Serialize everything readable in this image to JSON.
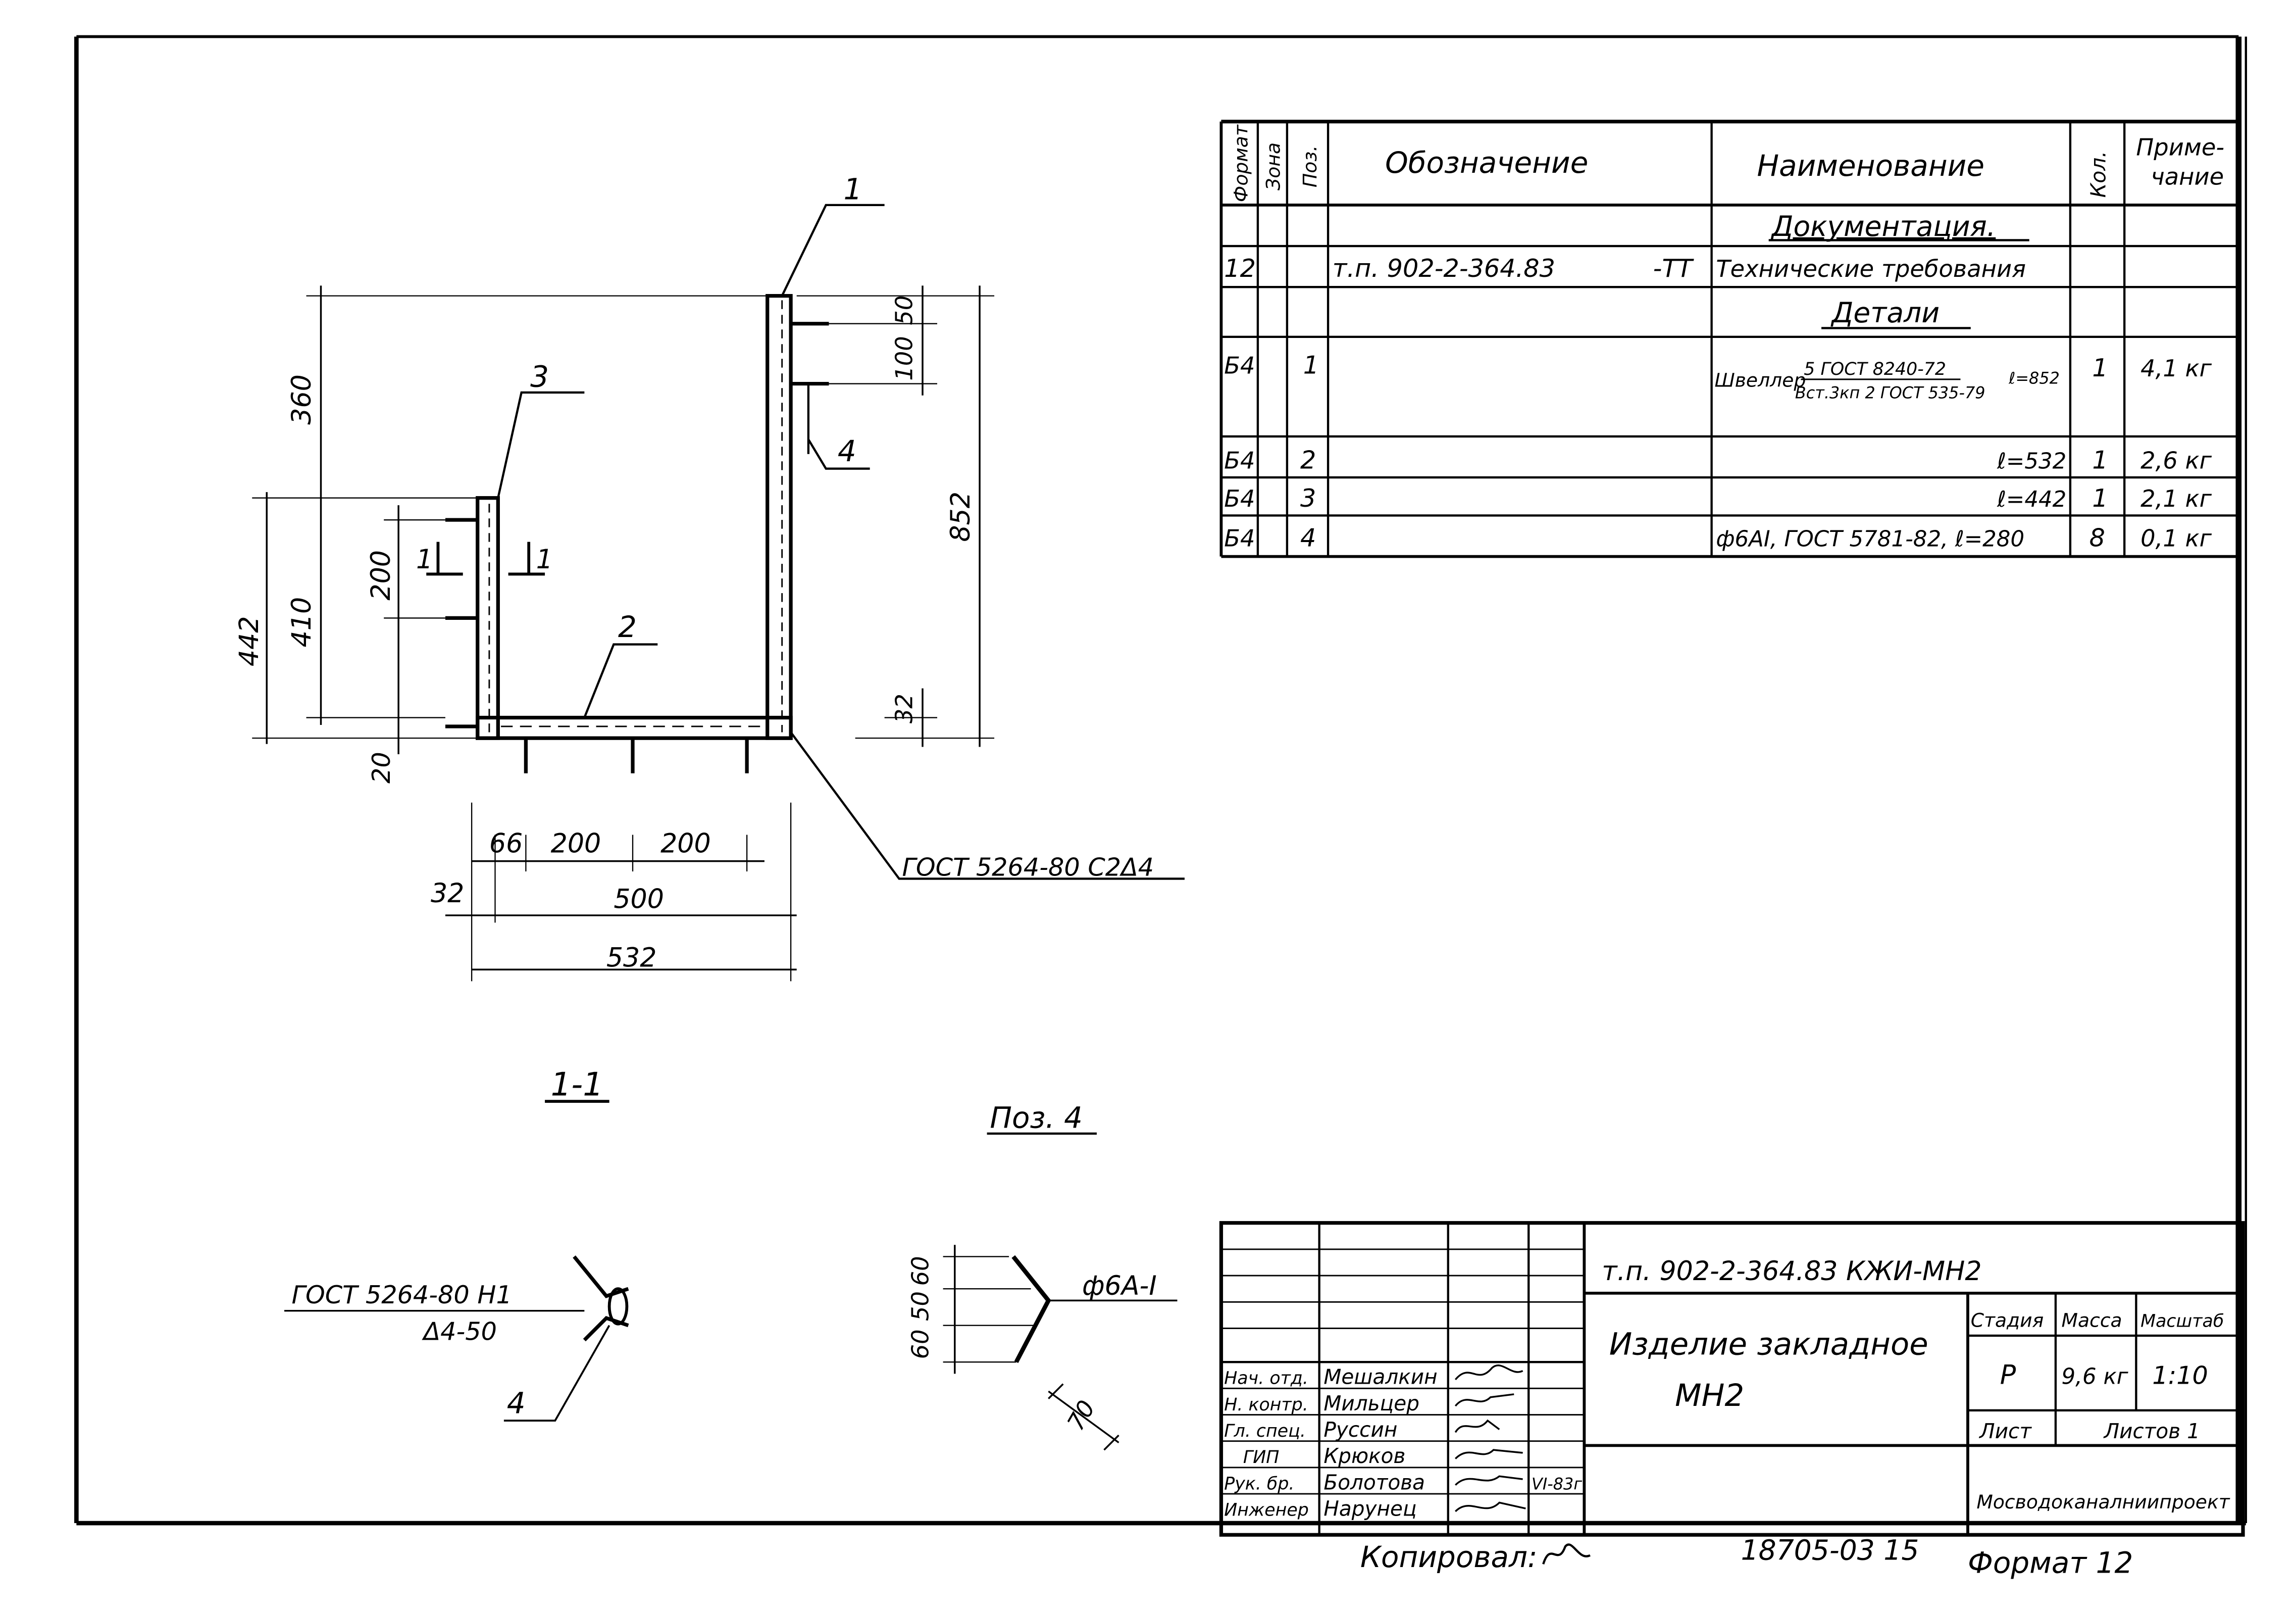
{
  "spec_table": {
    "headers": {
      "format": "Формат",
      "zone": "Зона",
      "pos": "Поз.",
      "designation": "Обозначение",
      "name": "Наименование",
      "qty": "Кол.",
      "note_line1": "Приме-",
      "note_line2": "чание"
    },
    "section_documentation": "Документация.",
    "doc_row": {
      "format": "12",
      "designation": "т.п. 902-2-364.83",
      "designation_suffix": "-ТТ",
      "name": "Технические требования"
    },
    "section_details": "Детали",
    "rows": [
      {
        "format": "Б4",
        "pos": "1",
        "name_prefix": "Швеллер",
        "name_top": "5 ГОСТ 8240-72",
        "name_bottom": "Вст.3кп 2 ГОСТ 535-79",
        "length": "ℓ=852",
        "qty": "1",
        "note": "4,1 кг"
      },
      {
        "format": "Б4",
        "pos": "2",
        "name": "ℓ=532",
        "qty": "1",
        "note": "2,6 кг"
      },
      {
        "format": "Б4",
        "pos": "3",
        "name": "ℓ=442",
        "qty": "1",
        "note": "2,1 кг"
      },
      {
        "format": "Б4",
        "pos": "4",
        "name": "ф6АI, ГОСТ 5781-82, ℓ=280",
        "qty": "8",
        "note": "0,1 кг"
      }
    ]
  },
  "drawing": {
    "pos_labels": [
      "1",
      "2",
      "3",
      "4"
    ],
    "dims": {
      "d360": "360",
      "d410": "410",
      "d442": "442",
      "d200": "200",
      "d20": "20",
      "d100": "100",
      "d50": "50",
      "d852": "852",
      "d32r": "32",
      "d66": "66",
      "d200a": "200",
      "d200b": "200",
      "d32": "32",
      "d500": "500",
      "d532": "532"
    },
    "section_mark": "1",
    "weld_note": "ГОСТ 5264-80 С2Δ4",
    "section_title": "1-1",
    "pos4_title": "Поз. 4",
    "weld2_line1": "ГОСТ 5264-80 Н1",
    "weld2_line2": "Δ4-50",
    "weld2_pos": "4",
    "pos4_dims": {
      "a": "60",
      "b": "50",
      "c": "60",
      "w": "70"
    },
    "bar_label": "ф6А-I"
  },
  "title_block": {
    "code": "т.п. 902-2-364.83   КЖИ-МН2",
    "title_line1": "Изделие закладное",
    "title_line2": "МН2",
    "stage_hdr": "Стадия",
    "mass_hdr": "Масса",
    "scale_hdr": "Масштаб",
    "stage": "Р",
    "mass": "9,6 кг",
    "scale": "1:10",
    "sheet_label": "Лист",
    "sheets_label": "Листов 1",
    "organization": "Мосводоканалниипроект",
    "staff": [
      {
        "role": "Нач. отд.",
        "name": "Мешалкин"
      },
      {
        "role": "Н. контр.",
        "name": "Мильцер"
      },
      {
        "role": "Гл. спец.",
        "name": "Руссин"
      },
      {
        "role": "ГИП",
        "name": "Крюков"
      },
      {
        "role": "Рук. бр.",
        "name": "Болотова"
      },
      {
        "role": "Инженер",
        "name": "Нарунец"
      }
    ],
    "date_mark": "VI-83г."
  },
  "footer": {
    "copied": "Копировал:",
    "number": "18705-03  15",
    "format": "Формат 12"
  }
}
